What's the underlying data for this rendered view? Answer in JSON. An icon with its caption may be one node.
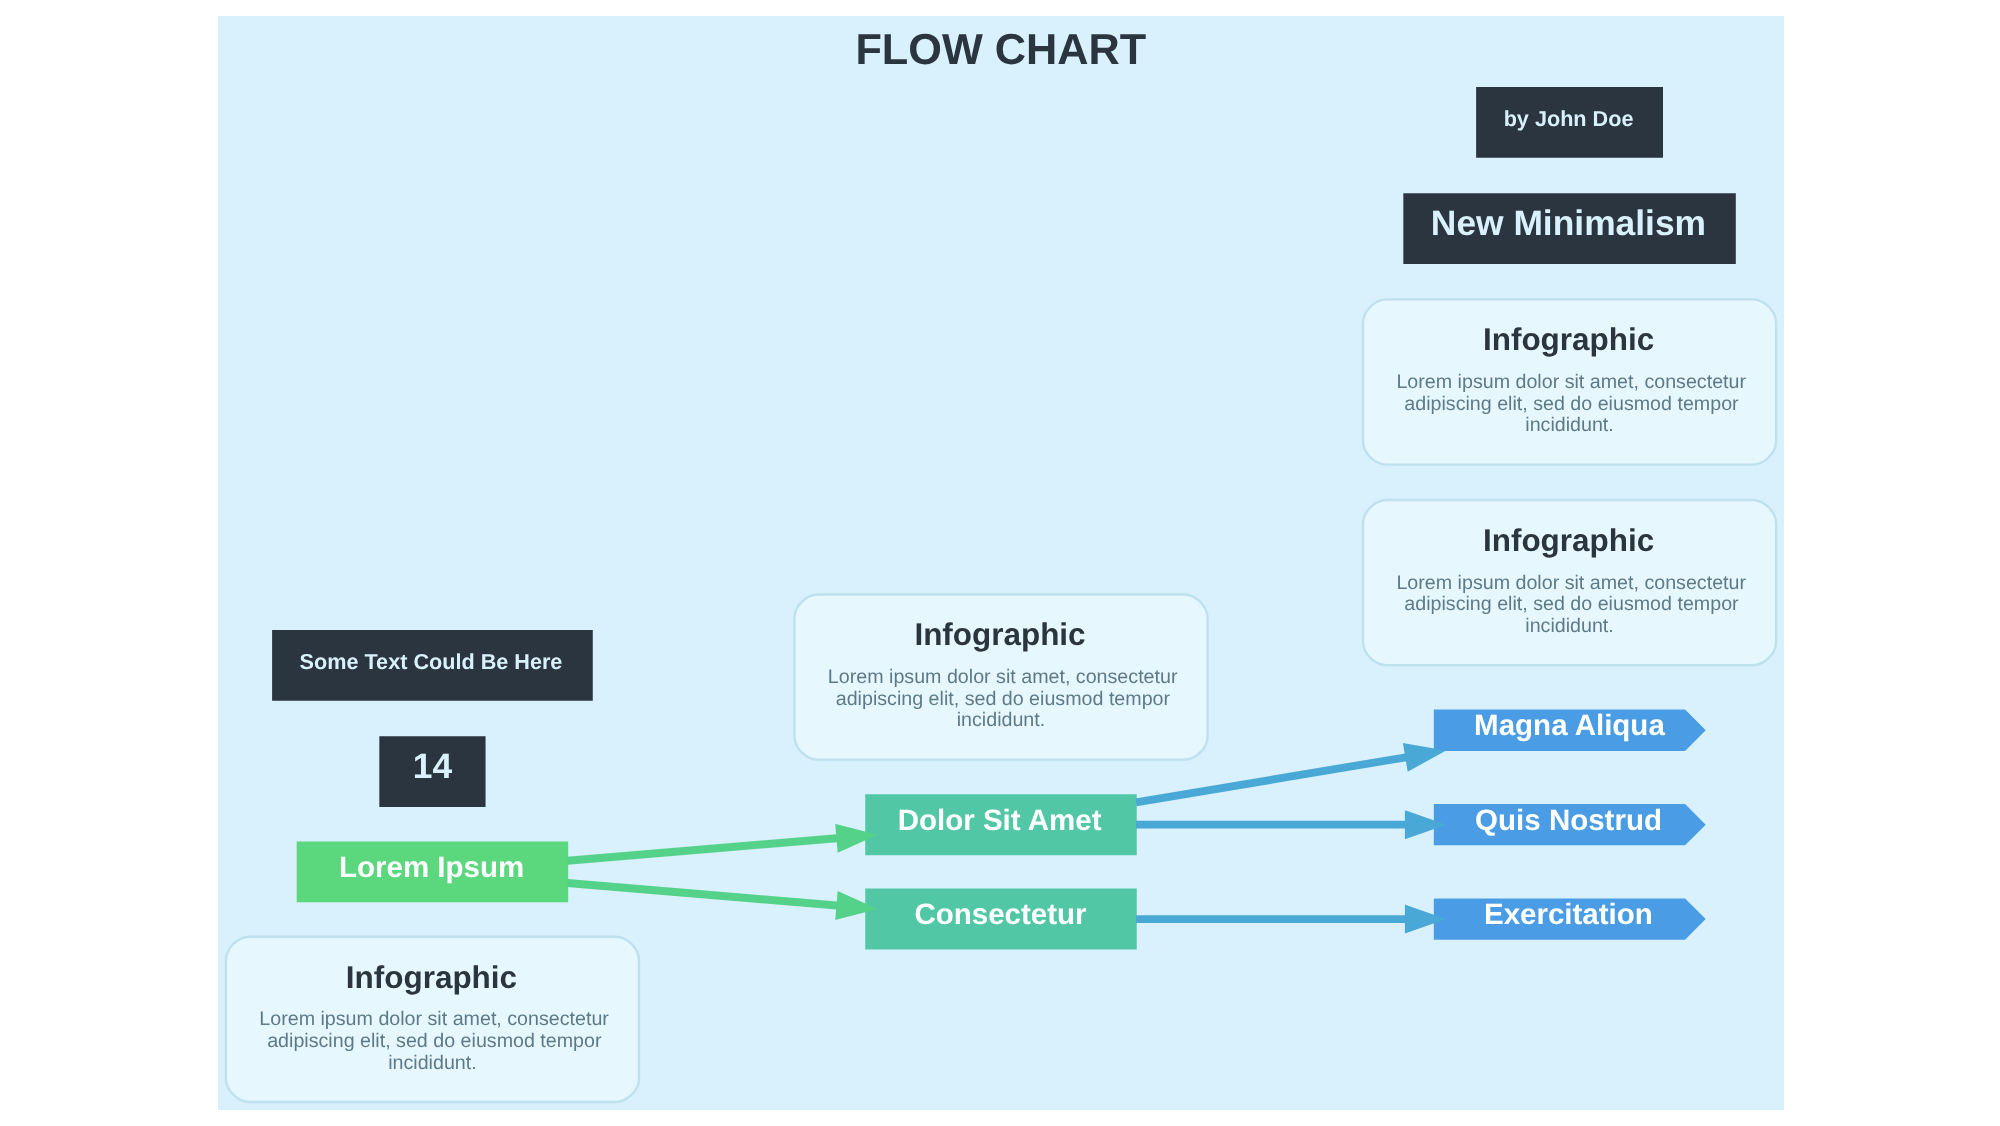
{
  "diagram": {
    "title": "FLOW CHART",
    "nodes": [
      {
        "text": [
          "Infographic",
          "Lorem ipsum dolor sit amet, consectetur adipiscing elit, sed do eiusmod tempor incididunt."
        ]
      },
      {
        "text": [
          "Lorem Ipsum"
        ]
      },
      {
        "text": [
          "Infographic",
          "Lorem ipsum dolor sit amet, consectetur adipiscing elit, sed do eiusmod tempor incididunt."
        ]
      },
      {
        "text": [
          "Dolor Sit Amet"
        ]
      },
      {
        "text": [
          "Consectetur"
        ]
      },
      {
        "text": [
          "Infographic",
          "Lorem ipsum dolor sit amet, consectetur adipiscing elit, sed do eiusmod tempor incididunt."
        ]
      },
      {
        "text": [
          "Magna Aliqua"
        ]
      },
      {
        "text": [
          "Quis Nostrud"
        ]
      },
      {
        "text": [
          "Infographic",
          "Lorem ipsum dolor sit amet, consectetur adipiscing elit, sed do eiusmod tempor incididunt."
        ]
      },
      {
        "text": [
          "Exercitation"
        ]
      }
    ],
    "edges": [
      {
        "from": 1,
        "to": 3,
        "arrow": "to",
        "color": "#55d28a"
      },
      {
        "from": 1,
        "to": 4,
        "arrow": "to",
        "color": "#55d28a"
      },
      {
        "from": 3,
        "to": 6,
        "arrow": "to"
      },
      {
        "from": 3,
        "to": 7,
        "arrow": "to"
      },
      {
        "from": 4,
        "to": 9,
        "arrow": "to"
      }
    ],
    "labels": [
      "14",
      "Some Text Could Be Here",
      "New Minimalism",
      "by John Doe"
    ]
  }
}
